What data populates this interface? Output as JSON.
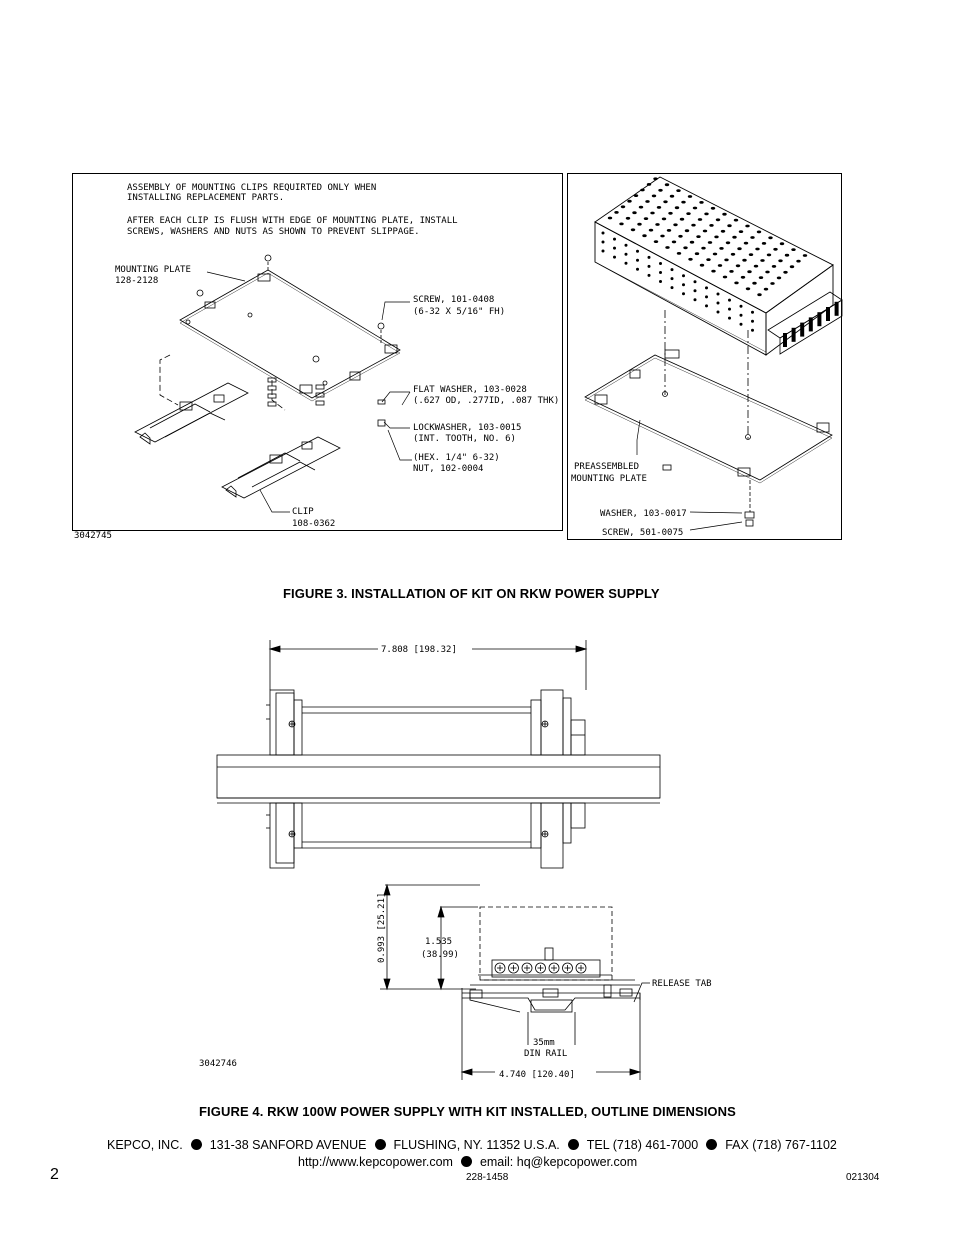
{
  "figure3": {
    "notes": {
      "line1": "ASSEMBLY OF MOUNTING CLIPS REQUIRTED ONLY WHEN",
      "line2": "INSTALLING REPLACEMENT PARTS.",
      "line3": "AFTER EACH CLIP IS FLUSH WITH EDGE OF MOUNTING PLATE, INSTALL",
      "line4": "SCREWS, WASHERS AND NUTS AS SHOWN TO PREVENT SLIPPAGE."
    },
    "mounting_plate": {
      "label": "MOUNTING PLATE",
      "part": "128-2128"
    },
    "screw": {
      "label": "SCREW, 101-0408",
      "spec": "(6-32 X 5/16\" FH)"
    },
    "flat_washer": {
      "label": "FLAT WASHER, 103-0028",
      "spec": "(.627 OD, .277ID, .087 THK)"
    },
    "lockwasher": {
      "label": "LOCKWASHER, 103-0015",
      "spec": "(INT. TOOTH, NO. 6)"
    },
    "nut": {
      "label": "(HEX. 1/4\" 6-32)",
      "part": "NUT, 102-0004"
    },
    "clip": {
      "label": "CLIP",
      "part": "108-0362"
    },
    "drawing_number": "3042745",
    "preassembled": {
      "line1": "PREASSEMBLED",
      "line2": "MOUNTING PLATE"
    },
    "washer2": "WASHER, 103-0017",
    "screw2": "SCREW, 501-0075",
    "caption": "FIGURE 3.    INSTALLATION OF KIT ON RKW POWER SUPPLY"
  },
  "figure4": {
    "dim_width": "7.808 [198.32]",
    "dim_height_total": "0.993 [25.21]",
    "dim_height_a": "1.535",
    "dim_height_b": "(38.99)",
    "release_tab": "RELEASE TAB",
    "din_rail_a": "35mm",
    "din_rail_b": "DIN RAIL",
    "dim_depth": "4.740 [120.40]",
    "drawing_number": "3042746",
    "caption": "FIGURE 4.    RKW 100W POWER SUPPLY WITH KIT INSTALLED, OUTLINE DIMENSIONS"
  },
  "footer": {
    "company": "KEPCO, INC.",
    "address": "131-38 SANFORD AVENUE",
    "city": "FLUSHING, NY. 11352 U.S.A.",
    "tel": "TEL (718) 461-7000",
    "fax": "FAX (718) 767-1102",
    "website": "http://www.kepcopower.com",
    "email": "email: hq@kepcopower.com",
    "page_number": "2",
    "doc_number": "228-1458",
    "date_code": "021304"
  }
}
